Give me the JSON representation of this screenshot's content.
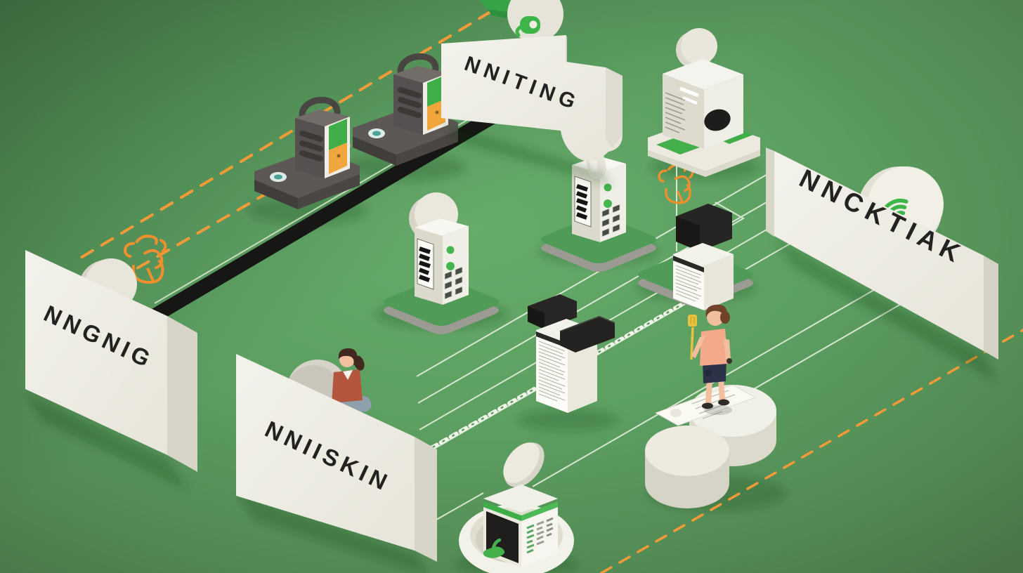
{
  "signs": {
    "top": {
      "label": "NNITING"
    },
    "right": {
      "label": "NNCKTIAK"
    },
    "left": {
      "label": "NNGNIG"
    },
    "bottom": {
      "label": "NNIISKIN"
    }
  },
  "icons": {
    "top_sign": "lock-badge-icon",
    "right_sign": "wifi-icon",
    "ground_marks": "orange-scribble-icon"
  },
  "palette": {
    "background_green": "#5C9F61",
    "background_dark_corner": "#4C6F4F",
    "accent_green": "#3FB24C",
    "accent_orange": "#F2973A",
    "sign_cream": "#EFEDE3",
    "sign_side": "#D7D5C8",
    "road_black": "#161614",
    "machine_grey": "#56514F",
    "platform_green": "#4F9B57",
    "platform_rim": "#9B9B93",
    "text_dark": "#232220",
    "line_white": "#EDF3E4"
  }
}
